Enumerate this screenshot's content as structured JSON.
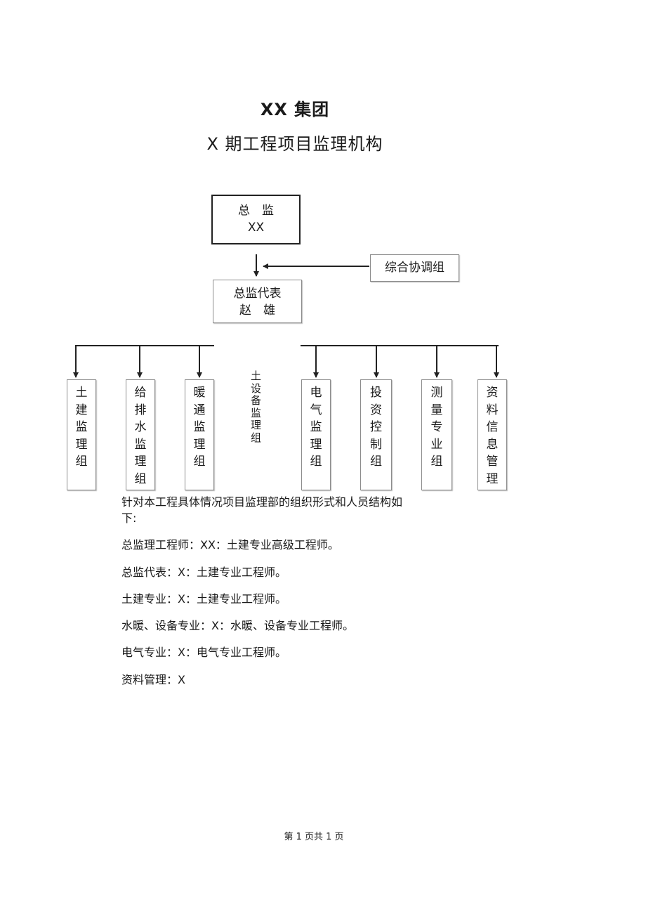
{
  "header": {
    "title": "XX 集团",
    "subtitle": "X 期工程项目监理机构"
  },
  "chart": {
    "chief": {
      "role": "总　监",
      "name": "XX"
    },
    "coordination": "综合协调组",
    "deputy": {
      "role": "总监代表",
      "name": "赵　雄"
    },
    "equipment_group": [
      "土",
      "设",
      "备",
      "监",
      "理",
      "组"
    ],
    "groups": [
      {
        "chars": [
          "土",
          "建",
          "监",
          "理",
          "组"
        ]
      },
      {
        "chars": [
          "给",
          "排",
          "水",
          "监",
          "理",
          "组"
        ]
      },
      {
        "chars": [
          "暖",
          "通",
          "监",
          "理",
          "组"
        ]
      },
      {
        "chars": [
          "电",
          "气",
          "监",
          "理",
          "组"
        ]
      },
      {
        "chars": [
          "投",
          "资",
          "控",
          "制",
          "组"
        ]
      },
      {
        "chars": [
          "测",
          "量",
          "专",
          "业",
          "组"
        ]
      },
      {
        "chars": [
          "资",
          "料",
          "信",
          "息",
          "管",
          "理"
        ]
      }
    ]
  },
  "body": {
    "intro_line1": "针对本工程具体情况项目监理部的组织形式和人员结构如",
    "intro_line2": "下:",
    "items": [
      "总监理工程师：XX：土建专业高级工程师。",
      "总监代表：X：土建专业工程师。",
      "土建专业：X：土建专业工程师。",
      "水暖、设备专业：X：水暖、设备专业工程师。",
      "电气专业：X：电气专业工程师。",
      "资料管理：X"
    ]
  },
  "footer": {
    "page_label": "第 1 页共 1 页"
  }
}
